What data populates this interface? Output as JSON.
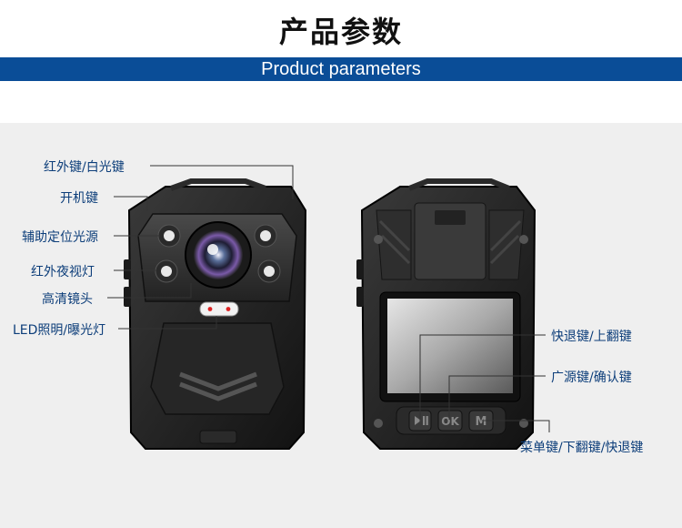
{
  "header": {
    "title_cn": "产品参数",
    "banner_en": "Product parameters"
  },
  "callouts": {
    "front": {
      "ir_white_key": "红外键/白光键",
      "power_key": "开机键",
      "assist_light": "辅助定位光源",
      "ir_night_light": "红外夜视灯",
      "hd_lens": "高清镜头",
      "led_exposure": "LED照明/曝光灯"
    },
    "back": {
      "fast_back_up": "快退键/上翻键",
      "source_confirm": "广源键/确认键",
      "menu_down_forward": "菜单键/下翻键/快退键"
    }
  },
  "buttons": {
    "ok": "OK",
    "m": "M"
  },
  "colors": {
    "banner": "#0a4d97",
    "label": "#0d3e7a",
    "background": "#efefef"
  }
}
